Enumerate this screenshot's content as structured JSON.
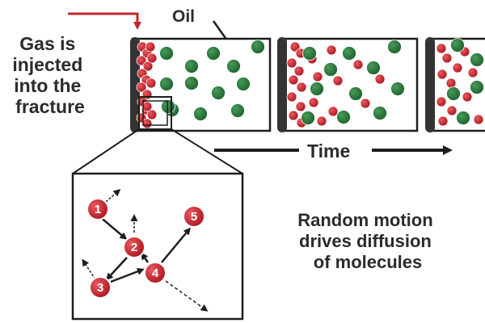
{
  "labels": {
    "gas_injected": [
      "Gas is",
      "injected",
      "into the",
      "fracture"
    ],
    "oil": "Oil",
    "time": "Time",
    "diffusion": [
      "Random motion",
      "drives diffusion",
      "of molecules"
    ]
  },
  "molecule_numbers": [
    "1",
    "2",
    "3",
    "4",
    "5"
  ],
  "colors": {
    "gas_molecule": "#c8202a",
    "oil_molecule": "#2e7d3e",
    "fracture_wall": "#333333",
    "injection_arrow": "#c1272d",
    "outline": "#1e1e1e"
  }
}
